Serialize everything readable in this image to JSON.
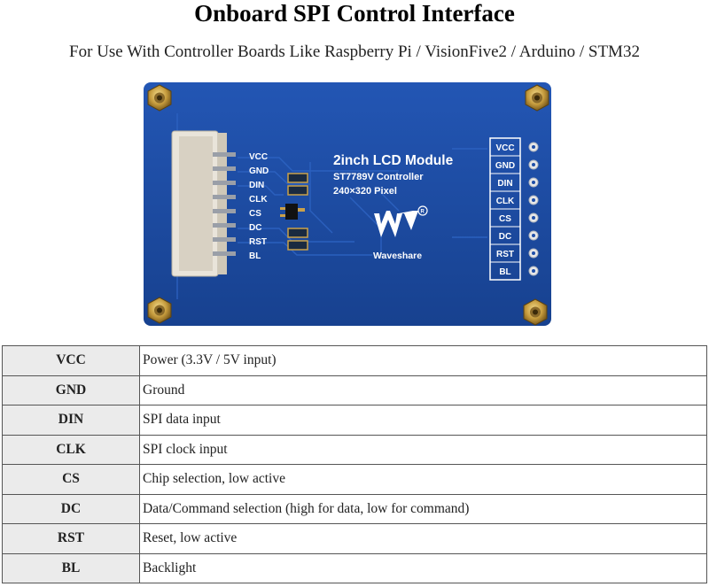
{
  "header": {
    "title": "Onboard SPI Control Interface",
    "subtitle": "For Use With Controller Boards Like Raspberry Pi / VisionFive2 / Arduino / STM32"
  },
  "board": {
    "module_title": "2inch LCD Module",
    "controller": "ST7789V Controller",
    "resolution": "240×320 Pixel",
    "brand": "Waveshare",
    "left_pins": [
      "VCC",
      "GND",
      "DIN",
      "CLK",
      "CS",
      "DC",
      "RST",
      "BL"
    ],
    "right_pins": [
      "VCC",
      "GND",
      "DIN",
      "CLK",
      "CS",
      "DC",
      "RST",
      "BL"
    ]
  },
  "pin_table": {
    "rows": [
      {
        "pin": "VCC",
        "description": "Power (3.3V / 5V input)"
      },
      {
        "pin": "GND",
        "description": "Ground"
      },
      {
        "pin": "DIN",
        "description": "SPI data input"
      },
      {
        "pin": "CLK",
        "description": "SPI clock input"
      },
      {
        "pin": "CS",
        "description": "Chip selection, low active"
      },
      {
        "pin": "DC",
        "description": "Data/Command selection (high for data, low for command)"
      },
      {
        "pin": "RST",
        "description": "Reset, low active"
      },
      {
        "pin": "BL",
        "description": "Backlight"
      }
    ]
  },
  "colors": {
    "pcb_blue": "#1f4fa8",
    "pcb_blue_dark": "#163d88",
    "silkscreen": "#ffffff",
    "gold": "#c9a14a",
    "table_header_bg": "#ebebeb"
  }
}
